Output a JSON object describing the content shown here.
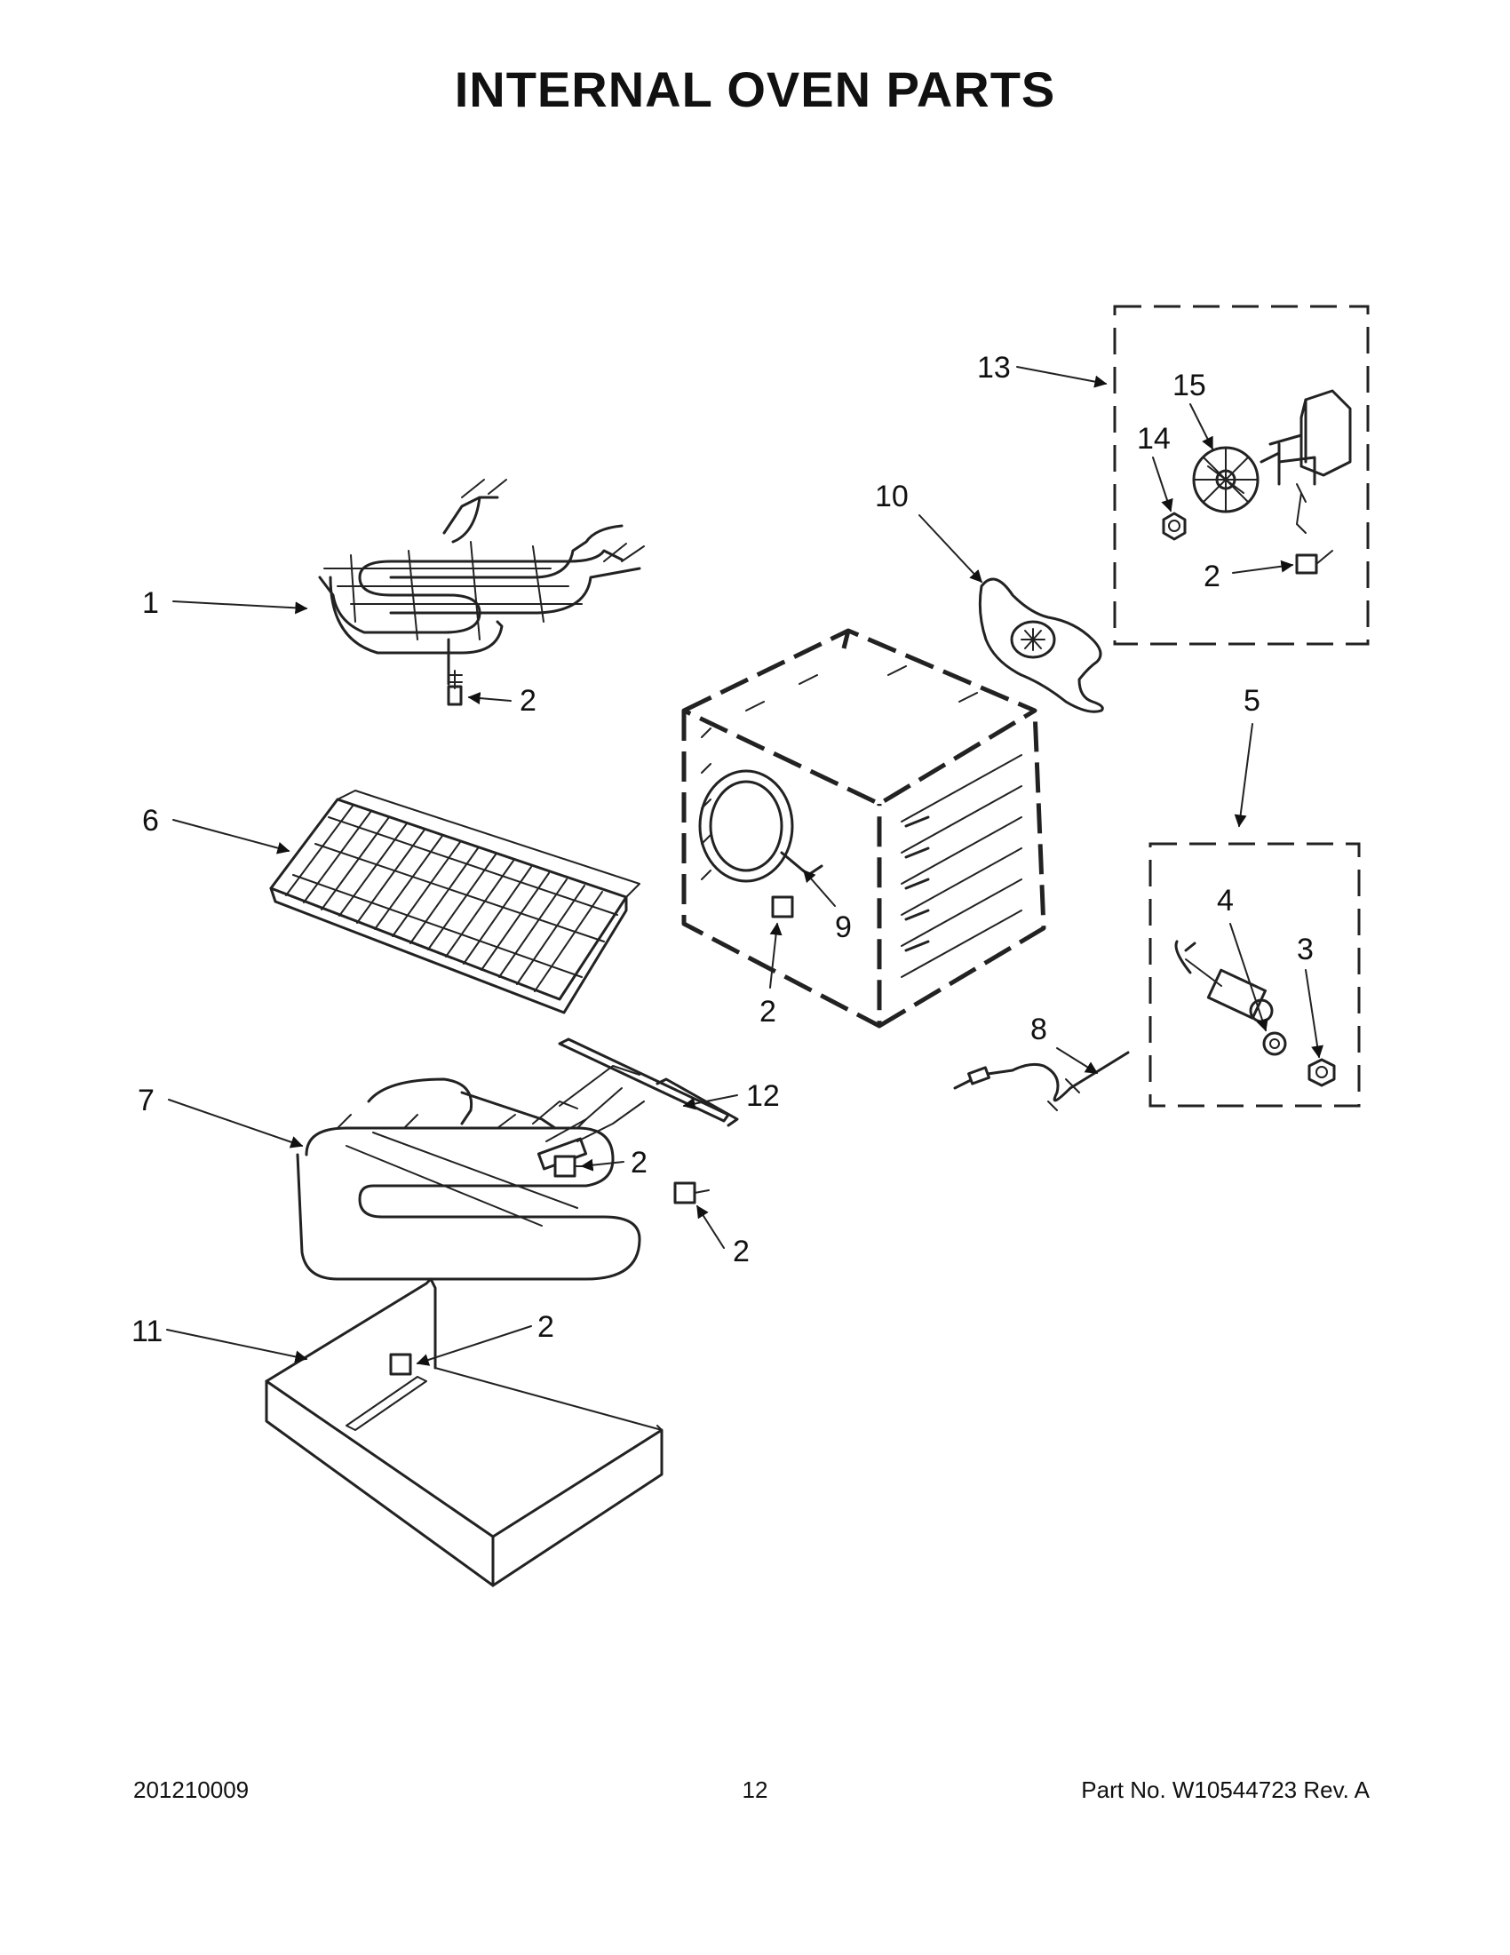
{
  "title": "INTERNAL OVEN PARTS",
  "callouts": {
    "c1": "1",
    "c2_top": "2",
    "c6": "6",
    "c7": "7",
    "c2_lower_a": "2",
    "c12": "12",
    "c2_lower_b": "2",
    "c11": "11",
    "c2_drawer": "2",
    "c2_cavity": "2",
    "c9": "9",
    "c10": "10",
    "c13": "13",
    "c15": "15",
    "c14": "14",
    "c2_fan": "2",
    "c5": "5",
    "c4": "4",
    "c3": "3",
    "c8": "8"
  },
  "footer": {
    "code": "201210009",
    "page": "12",
    "part": "Part No.  W10544723  Rev.  A"
  }
}
